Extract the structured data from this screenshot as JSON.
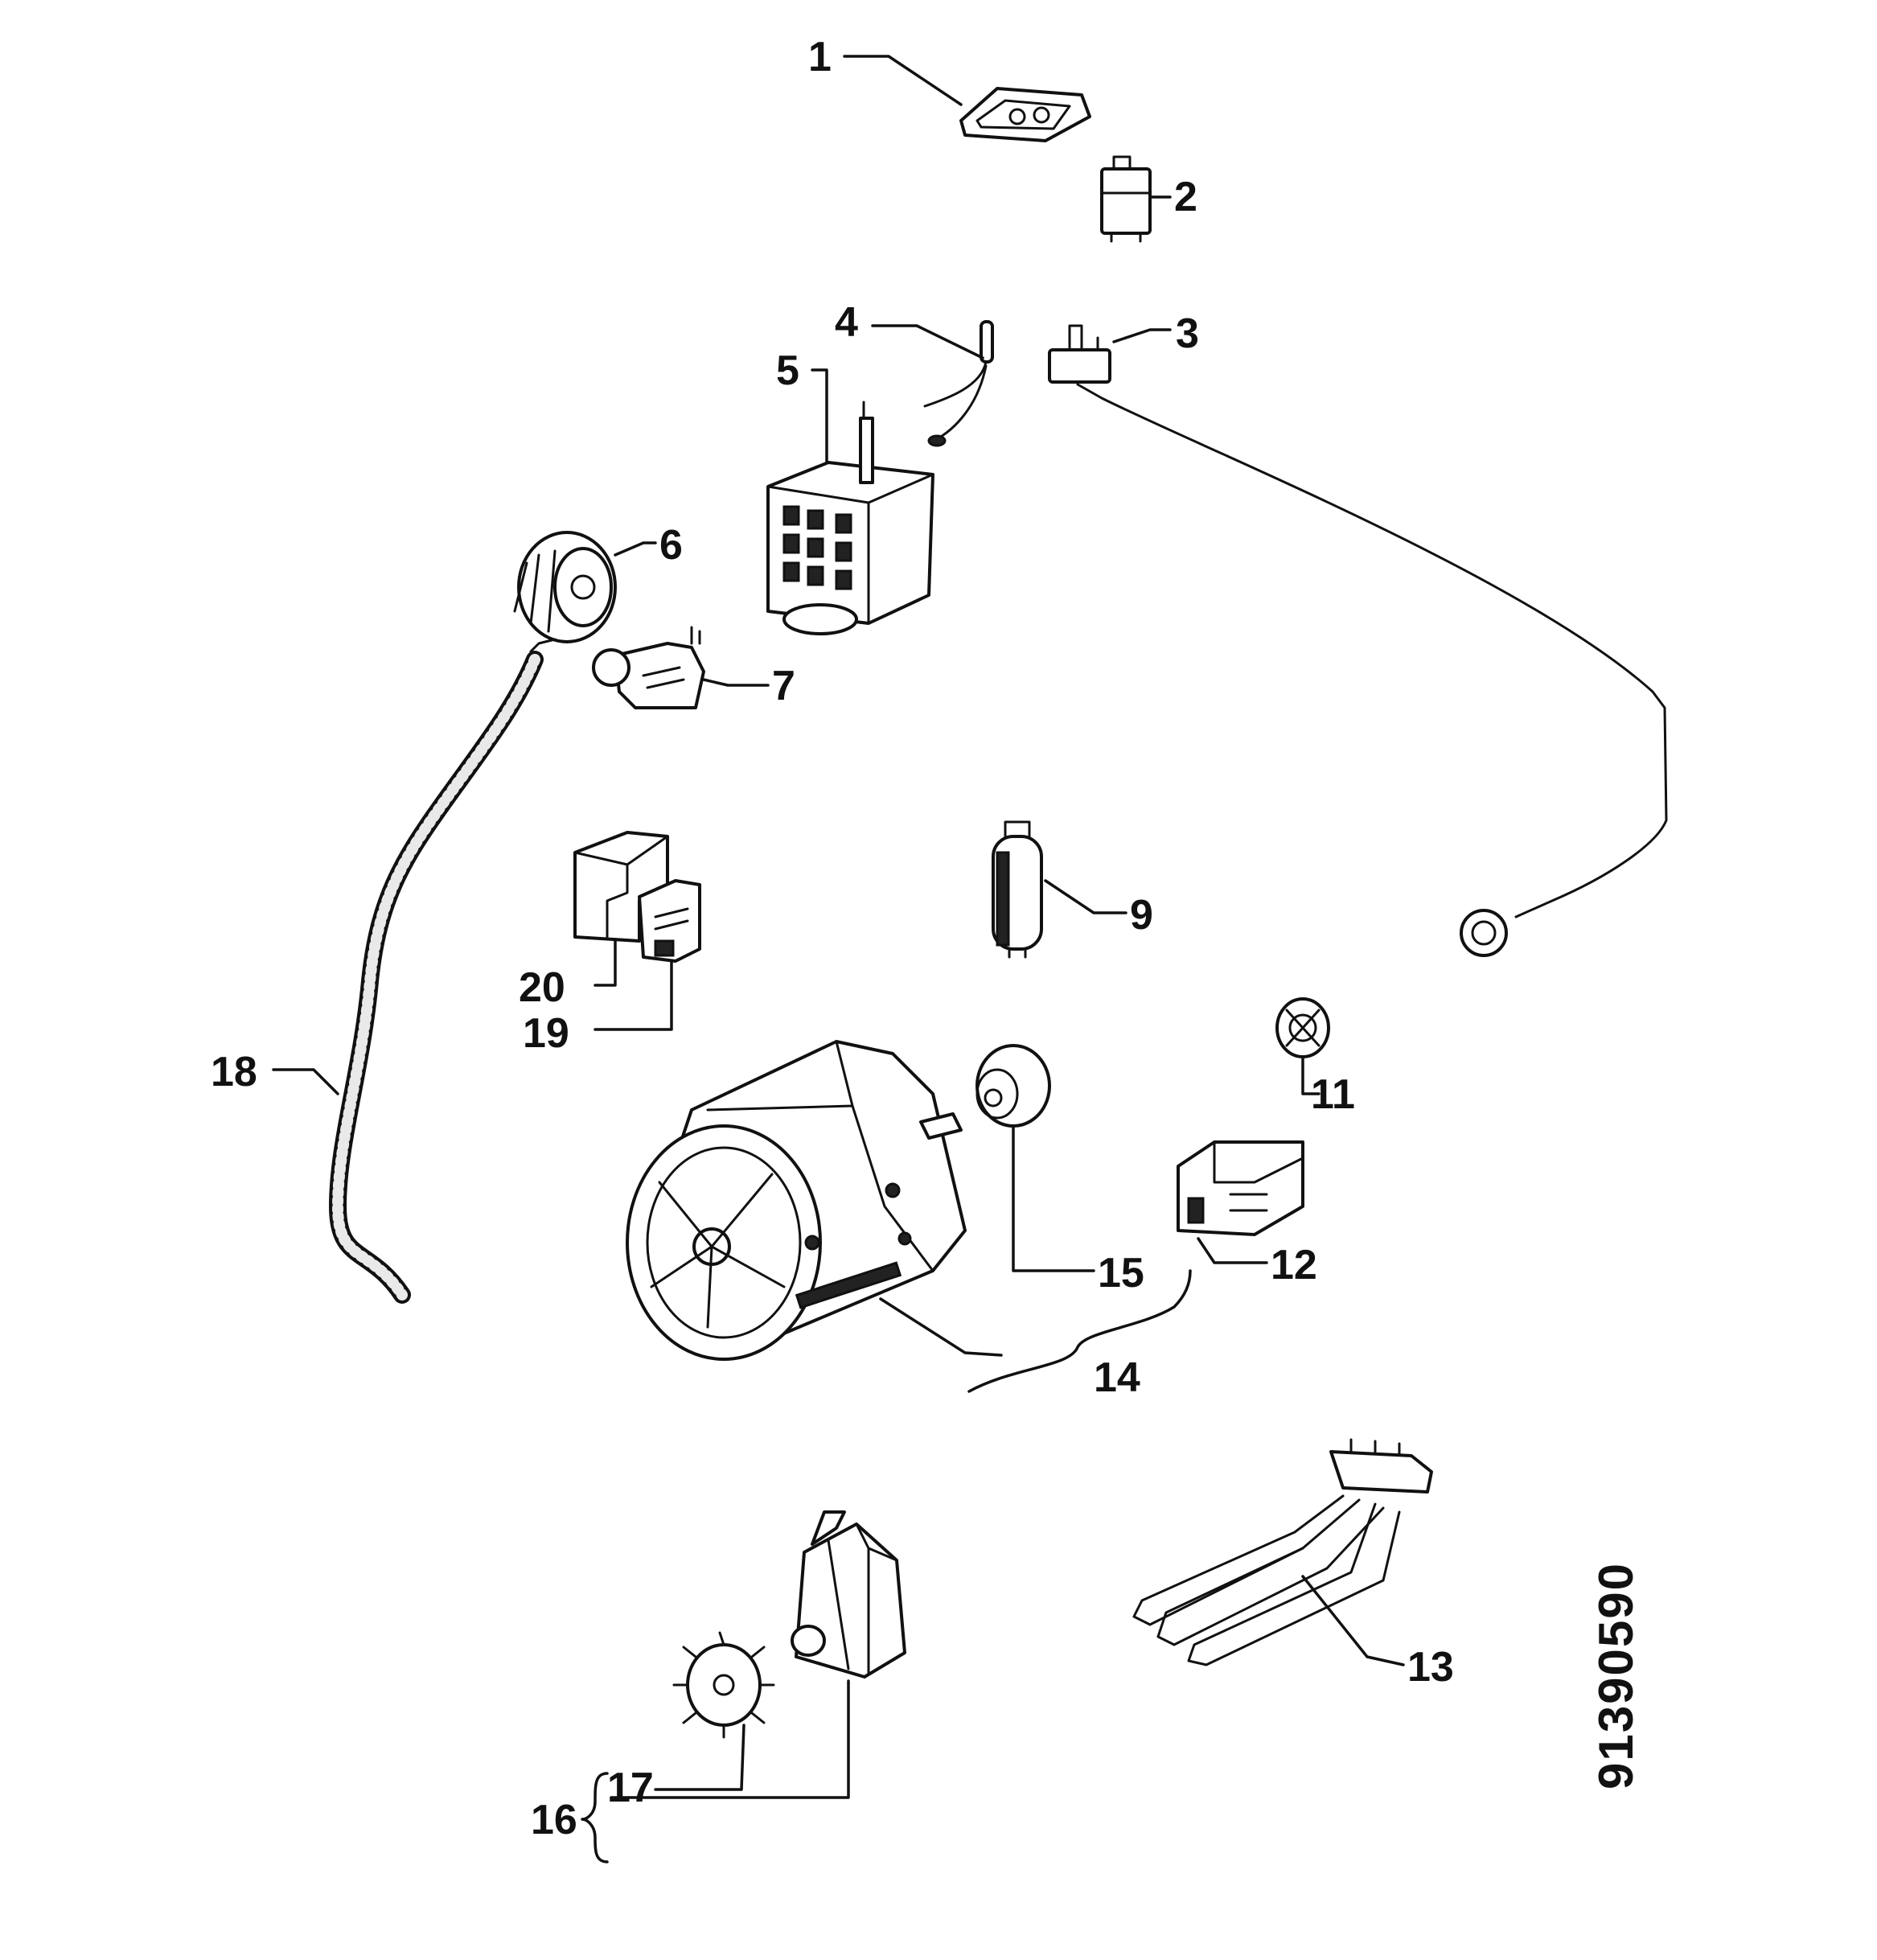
{
  "callouts": {
    "c1": "1",
    "c2": "2",
    "c3": "3",
    "c4": "4",
    "c5": "5",
    "c6": "6",
    "c7": "7",
    "c9": "9",
    "c11": "11",
    "c12": "12",
    "c13": "13",
    "c14": "14",
    "c15": "15",
    "c16": "16",
    "c17": "17",
    "c18": "18",
    "c19": "19",
    "c20": "20"
  },
  "drawing_code": "91390590"
}
